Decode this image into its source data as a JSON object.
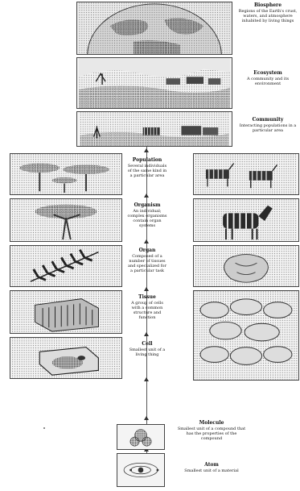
{
  "levels": [
    {
      "id": "biosphere",
      "title": "Biosphere",
      "desc": "Regions of the Earth's crust, waters, and atmosphere inhabited by living things"
    },
    {
      "id": "ecosystem",
      "title": "Ecosystem",
      "desc": "A community and its environment"
    },
    {
      "id": "community",
      "title": "Community",
      "desc": "Interacting populations in a particular area"
    },
    {
      "id": "population",
      "title": "Population",
      "desc": "Several individuals of the same kind in a particular area"
    },
    {
      "id": "organism",
      "title": "Organism",
      "desc": "An individual; complex organisms contain organ systems"
    },
    {
      "id": "organ",
      "title": "Organ",
      "desc": "Composed of a number of tissues and specialized for a particular task"
    },
    {
      "id": "tissue",
      "title": "Tissue",
      "desc": "A group of cells with a common structure and function"
    },
    {
      "id": "cell",
      "title": "Cell",
      "desc": "Smallest unit of a living thing"
    },
    {
      "id": "molecule",
      "title": "Molecule",
      "desc": "Smallest unit of a compound that has the properties of the compound"
    },
    {
      "id": "atom",
      "title": "Atom",
      "desc": "Smallest unit of a material"
    }
  ]
}
